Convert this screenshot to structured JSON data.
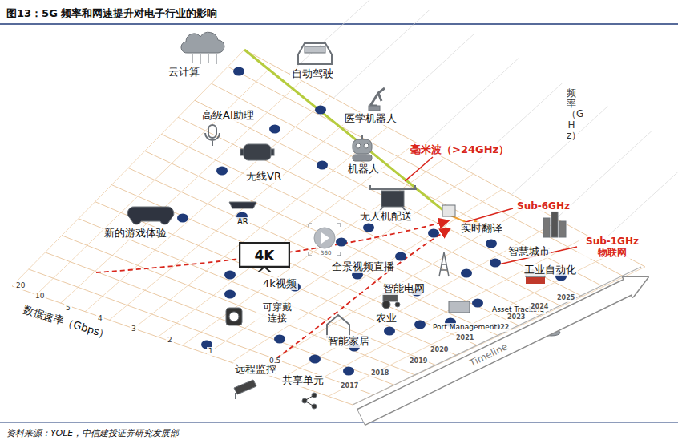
{
  "diagram": {
    "title": "图13：5G 频率和网速提升对电子行业的影响",
    "caption": "资料来源：YOLE，中信建投证券研究发展部",
    "nodes": [
      {
        "text": [
          "4K"
        ]
      },
      {
        "text": [
          "Timeline"
        ]
      }
    ],
    "labels": [
      "云计算",
      "自动驾驶",
      "高级AI助理",
      "医学机器人",
      "频率（GHz）",
      "毫米波（>24GHz）",
      "机器人",
      "无线VR",
      "无人机配送",
      "新的游戏体验",
      "AR",
      "实时翻译",
      "Sub-6GHz",
      "360",
      "全景视频直播",
      "智慧城市",
      "Sub-1GHz 物联网",
      "工业自动化",
      "4k视频",
      "智能电网",
      "可穿戴 连接",
      "农业",
      "Asset Tracking",
      "2024",
      "2025",
      "2023",
      "2022",
      "Port Management",
      "2021",
      "智能家居",
      "2020",
      "2019",
      "远程监控",
      "2018",
      "共享单元",
      "2017",
      "数据速率（Gbps）",
      "20",
      "10",
      "5",
      "4",
      "3",
      "2",
      "1",
      "0.5"
    ]
  }
}
